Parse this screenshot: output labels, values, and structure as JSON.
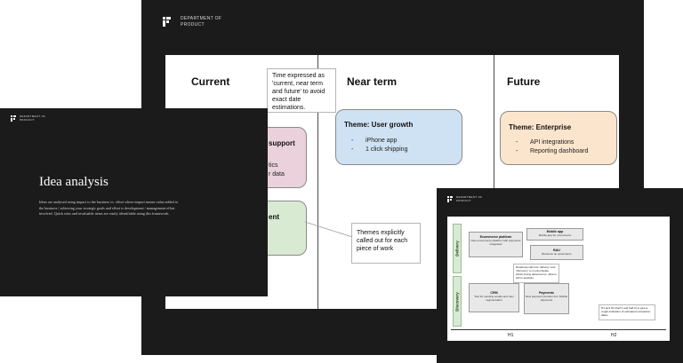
{
  "main_slide": {
    "logo_line1": "DEPARTMENT OF",
    "logo_line2": "PRODUCT",
    "columns": [
      {
        "title": "Current"
      },
      {
        "title": "Near term"
      },
      {
        "title": "Future"
      }
    ],
    "current_themes": [
      {
        "title": "support",
        "items": [
          "tics",
          "r data"
        ]
      },
      {
        "title": "ent"
      }
    ],
    "near_term_theme": {
      "title": "Theme: User growth",
      "items": [
        "iPhone app",
        "1 click shipping"
      ]
    },
    "future_theme": {
      "title": "Theme: Enterprise",
      "items": [
        "API integrations",
        "Reporting dashboard"
      ]
    },
    "callout_time": "Time expressed as 'current, near term and future' to avoid exact date estimations.",
    "callout_themes": "Themes explicitly called out for each piece of work",
    "colors": {
      "user_growth": "#cfe2f3",
      "enterprise": "#fce5cd",
      "support": "#ead1dc",
      "green": "#d9ead3",
      "slide_bg": "#1b1b1b"
    }
  },
  "left_slide": {
    "logo_line1": "DEPARTMENT OF",
    "logo_line2": "PRODUCT",
    "title": "Idea analysis",
    "description": "Ideas are analysed using impact to the business vs. effort where impact means value added to the business / achieving your strategic goals and effort is development / management effort involved. Quick wins and invaluable items are easily identifiable using this framework."
  },
  "right_slide": {
    "logo_line1": "DEPARTMENT OF",
    "logo_line2": "PRODUCT",
    "lanes": [
      "Delivery",
      "Discovery"
    ],
    "cards": {
      "ecommerce": {
        "title": "Ecommerce platform",
        "desc": "New ecommerce platform with payments integrated"
      },
      "mobile": {
        "title": "Mobile app",
        "desc": "Mobile app for ecommerce"
      },
      "bau": {
        "title": "BAU",
        "desc": "Business as usual items"
      },
      "crm": {
        "title": "CRM",
        "desc": "Tool for sending emails and user segmentation"
      },
      "payments": {
        "title": "Payments",
        "desc": "New payment provider incl. Mobile payments"
      }
    },
    "note_split": "Roadmap split into 'delivery' and 'discovery' to communicate what's being delivered vs. what is still in analysis.",
    "note_halves": "H1 and H2 (half 1 and half 2) to give a rough indication of estimated completion dates",
    "axis": [
      "H1",
      "H2"
    ]
  }
}
